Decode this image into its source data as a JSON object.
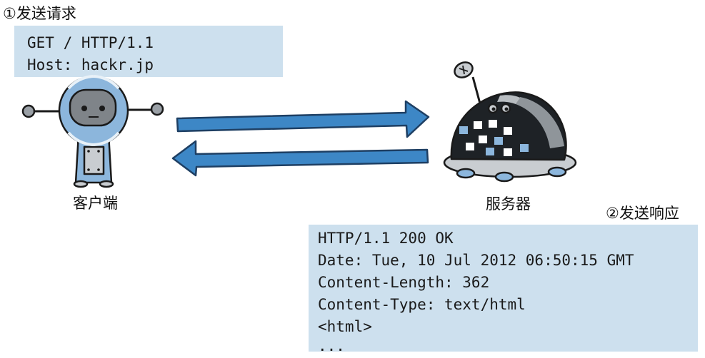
{
  "request": {
    "step_label": "①发送请求",
    "lines": [
      "GET / HTTP/1.1",
      "Host: hackr.jp"
    ]
  },
  "response": {
    "step_label": "②发送响应",
    "lines": [
      "HTTP/1.1 200 OK",
      "Date: Tue, 10 Jul 2012 06:50:15 GMT",
      "Content-Length: 362",
      "Content-Type: text/html",
      "<html>",
      "..."
    ]
  },
  "client": {
    "label": "客户端",
    "icon": "client-robot-icon"
  },
  "server": {
    "label": "服务器",
    "icon": "server-robot-icon"
  },
  "colors": {
    "box_bg": "#cde0ee",
    "arrow_fill": "#3d87c6",
    "arrow_stroke": "#1e3f63",
    "robot_blue": "#8cb6dc"
  }
}
